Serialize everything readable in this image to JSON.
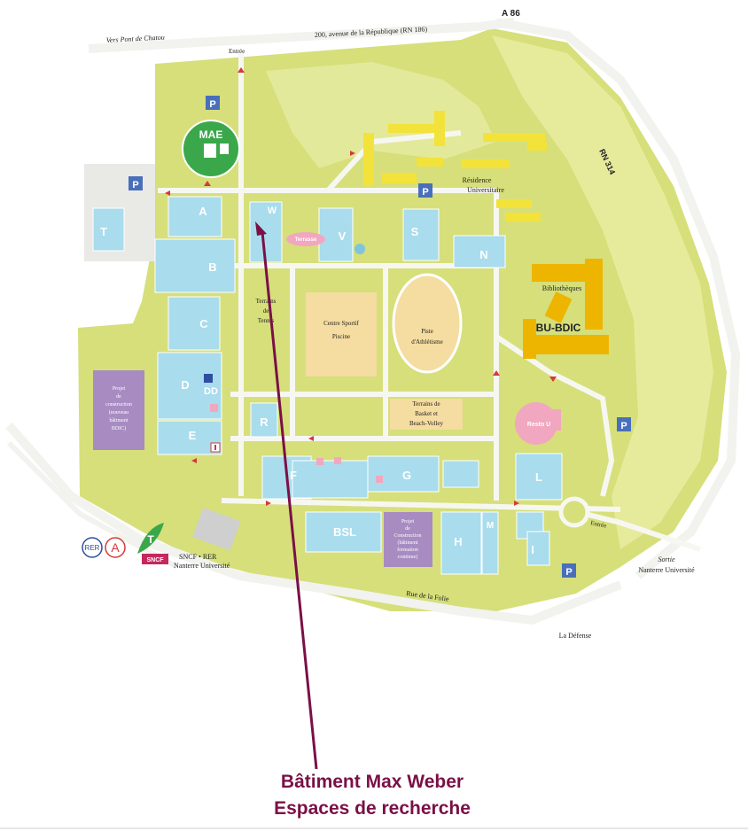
{
  "map": {
    "roads": {
      "top_left": "Vers Pont de Chatou",
      "top_avenue": "200, avenue de la République (RN 186)",
      "a86": "A 86",
      "rn314": "RN 314",
      "rue_folie": "Rue de la Folie",
      "entree_top": "Entrée",
      "entree_right": "Entrée"
    },
    "places": {
      "mae": "MAE",
      "terrasse": "Terrasse",
      "residence": [
        "Résidence",
        "Universitaire"
      ],
      "bibliotheques": "Bibliothèques",
      "bu_bdic": "BU-BDIC",
      "tennis": [
        "Terrains",
        "de",
        "Tennis"
      ],
      "centre_sportif": [
        "Centre Sportif",
        "Piscine"
      ],
      "piste": [
        "Piste",
        "d'Athlétisme"
      ],
      "basket": [
        "Terrains de",
        "Basket et",
        "Beach-Volley"
      ],
      "resto": "Resto U",
      "projet_left": [
        "Projet",
        "de",
        "construction",
        "(nouveau",
        "bâtiment",
        "BDIC)"
      ],
      "projet_bottom": [
        "Projet",
        "de",
        "Construction",
        "(bâtiment",
        "formation",
        "continue)"
      ],
      "sncf": [
        "SNCF • RER",
        "Nanterre Université"
      ],
      "sortie": [
        "Sortie",
        "Nanterre Université"
      ],
      "defense": "La Défense",
      "sncf_logo": "SNCF",
      "rer_logo": "RER",
      "a_logo": "A",
      "t_logo": "T"
    },
    "buildings": {
      "A": "A",
      "B": "B",
      "C": "C",
      "D": "D",
      "DD": "DD",
      "E": "E",
      "T": "T",
      "W": "W",
      "V": "V",
      "S": "S",
      "N": "N",
      "R": "R",
      "F": "F",
      "G": "G",
      "BSL": "BSL",
      "H": "H",
      "M": "M",
      "L": "L",
      "I": "I"
    },
    "parking": "P"
  },
  "caption": {
    "line1": "Bâtiment Max Weber",
    "line2": "Espaces de recherche"
  },
  "colors": {
    "grass": "#d6df7a",
    "grass_light": "#e6eb9c",
    "building": "#a9dcec",
    "road": "#f6f6ef",
    "sport": "#f5dca0",
    "yellow": "#f3e23a",
    "gold": "#eeb500",
    "purple": "#a78bc1",
    "pink": "#f1a7bf",
    "parking": "#4a6fba",
    "mae": "#3aa84a",
    "arrow": "#7a1046",
    "caption": "#7a1046"
  }
}
